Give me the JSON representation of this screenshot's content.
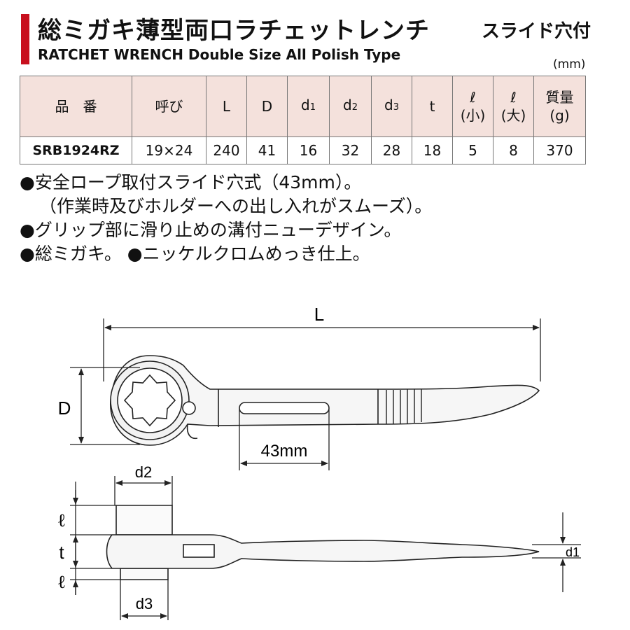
{
  "title": {
    "jp": "総ミガキ薄型両口ラチェットレンチ",
    "subtitle": "スライド穴付",
    "en": "RATCHET WRENCH Double Size All Polish Type",
    "unit": "(mm)"
  },
  "table": {
    "headers": [
      {
        "main": "品　番",
        "sub": ""
      },
      {
        "main": "呼び",
        "sub": ""
      },
      {
        "main": "L",
        "sub": ""
      },
      {
        "main": "D",
        "sub": ""
      },
      {
        "main": "d",
        "sub": "1"
      },
      {
        "main": "d",
        "sub": "2"
      },
      {
        "main": "d",
        "sub": "3"
      },
      {
        "main": "t",
        "sub": ""
      },
      {
        "main": "ℓ",
        "sub": "(小)"
      },
      {
        "main": "ℓ",
        "sub": "(大)"
      },
      {
        "main": "質量",
        "sub": "(g)"
      }
    ],
    "rows": [
      [
        "SRB1924RZ",
        "19×24",
        "240",
        "41",
        "16",
        "32",
        "28",
        "18",
        "5",
        "8",
        "370"
      ]
    ]
  },
  "notes": [
    "●安全ロープ取付スライド穴式（43mm）。",
    "（作業時及びホルダーへの出し入れがスムーズ）。",
    "●グリップ部に滑り止めの溝付ニューデザイン。",
    "●総ミガキ。 ●ニッケルクロムめっき仕上。"
  ],
  "diagram": {
    "label_L": "L",
    "label_D": "D",
    "label_slot": "43mm",
    "label_d2": "d2",
    "label_d3": "d3",
    "label_l": "ℓ",
    "label_t": "t",
    "label_d1": "d1"
  }
}
